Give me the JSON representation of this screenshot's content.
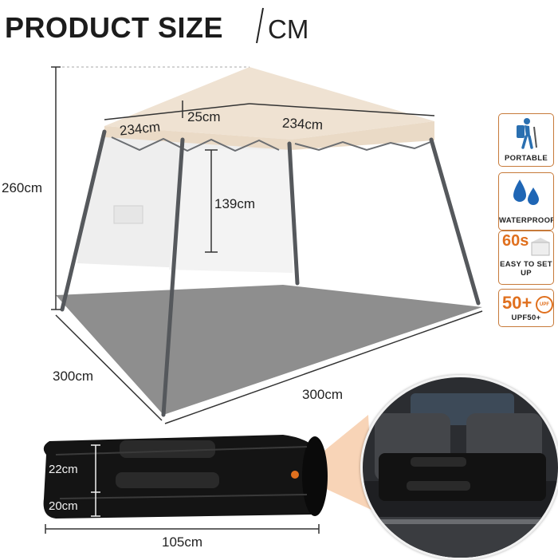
{
  "header": {
    "title": "PRODUCT SIZE",
    "unit": "CM"
  },
  "dimensions": {
    "height_total": "260cm",
    "width_left": "234cm",
    "eave": "25cm",
    "width_right": "234cm",
    "wall_height": "139cm",
    "base_depth": "300cm",
    "base_width": "300cm",
    "bag_upper": "22cm",
    "bag_lower": "20cm",
    "bag_length": "105cm"
  },
  "features": [
    {
      "label": "PORTABLE",
      "icon": "hiker-icon"
    },
    {
      "label": "WATERPROOF",
      "icon": "water-drops-icon"
    },
    {
      "big": "60s",
      "label": "EASY TO SET UP",
      "icon": "setup-icon"
    },
    {
      "big": "50+",
      "sub": "UPF",
      "label": "UPF50+",
      "icon": "sun-protection-icon"
    }
  ],
  "colors": {
    "accent": "#e0701e",
    "canopy": "#efe2d2",
    "frame": "#5a5d60",
    "shade": "#8c8c8c",
    "wall": "#f0f0f0"
  }
}
